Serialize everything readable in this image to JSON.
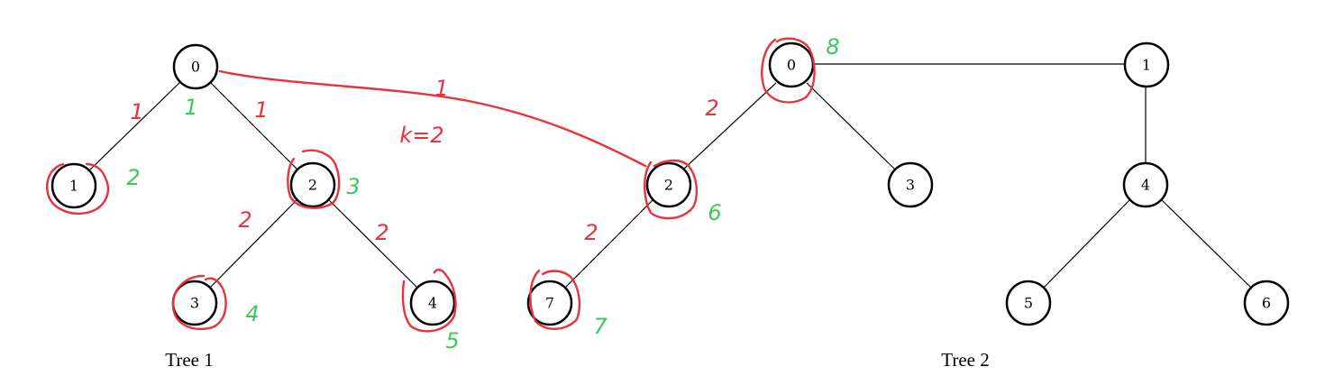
{
  "captions": {
    "tree1": "Tree 1",
    "tree2": "Tree 2"
  },
  "tree1": {
    "nodes": [
      "0",
      "1",
      "2",
      "3",
      "4"
    ]
  },
  "tree2": {
    "nodes": [
      "0",
      "2",
      "7",
      "3",
      "1",
      "4",
      "5",
      "6"
    ]
  },
  "annotations": {
    "red_edge_weights": {
      "t1_0_1": "1",
      "t1_0_2": "1",
      "t1_2_3": "2",
      "t1_2_4": "2",
      "cross_edge": "1",
      "cross_k": "k=2",
      "t2_0_2": "2",
      "t2_2_7": "2"
    },
    "green_order": {
      "t1_0": "1",
      "t1_1": "2",
      "t1_2": "3",
      "t1_3": "4",
      "t1_4": "5",
      "t2_2": "6",
      "t2_7": "7",
      "t2_0": "8"
    }
  },
  "colors": {
    "red_ink": "#e8323c",
    "green_ink": "#3cc85a",
    "node_stroke": "#000000"
  }
}
